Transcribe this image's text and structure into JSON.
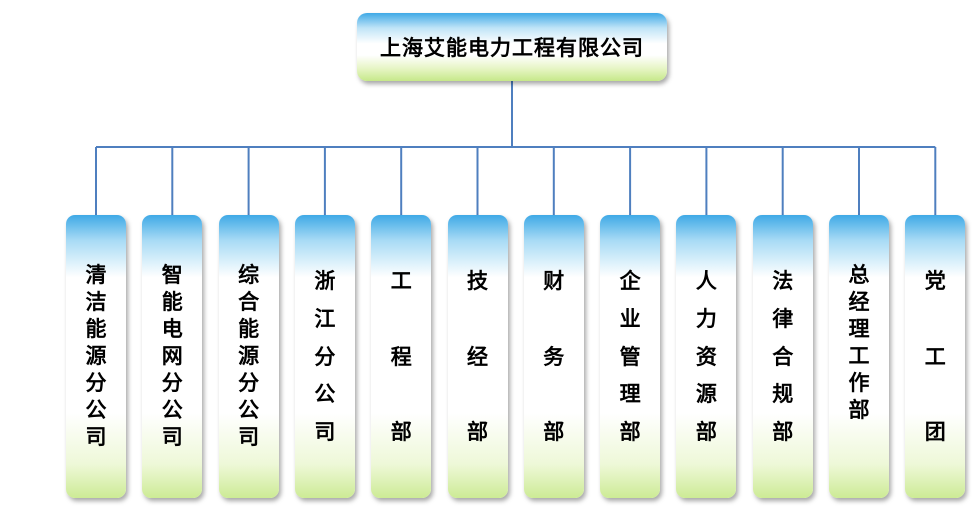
{
  "org_chart": {
    "root": "上海艾能电力工程有限公司",
    "departments": [
      "清洁能源分公司",
      "智能电网分公司",
      "综合能源分公司",
      "浙江分公司",
      "工程部",
      "技经部",
      "财务部",
      "企业管理部",
      "人力资源部",
      "法律合规部",
      "总经理工作部",
      "党工团"
    ]
  },
  "colors": {
    "connector": "#4f7fbf",
    "box_top": "#3fa9e6",
    "box_bottom": "#c6e88a"
  }
}
